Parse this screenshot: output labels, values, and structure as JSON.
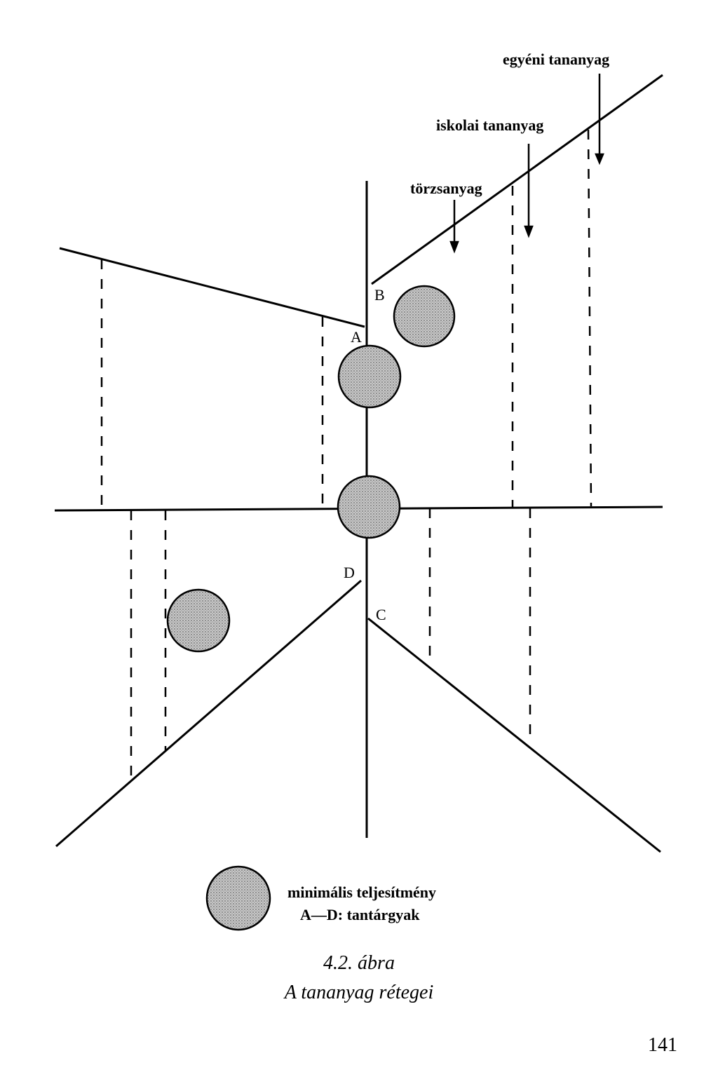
{
  "diagram": {
    "layer_labels": [
      "egyéni tananyag",
      "iskolai tananyag",
      "törzsanyag"
    ],
    "subject_labels": [
      "A",
      "B",
      "C",
      "D"
    ],
    "legend": {
      "symbol": "gray-dotted-circle",
      "line1": "minimális teljesítmény",
      "line2": "A—D: tantárgyak"
    }
  },
  "caption": {
    "number": "4.2. ábra",
    "title": "A tananyag rétegei"
  },
  "page_number": "141",
  "colors": {
    "line": "#000000",
    "circle_fill": "#bdbdbd"
  }
}
